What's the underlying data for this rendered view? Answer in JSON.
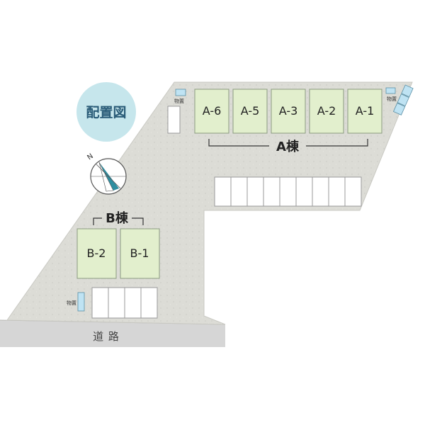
{
  "title": "配置図",
  "road_label": "道 路",
  "block_a": {
    "label": "A棟",
    "units": [
      "A-6",
      "A-5",
      "A-3",
      "A-2",
      "A-1"
    ]
  },
  "block_b": {
    "label": "B棟",
    "units": [
      "B-2",
      "B-1"
    ]
  },
  "storage_label": "物置",
  "compass_label": "N",
  "colors": {
    "site": "#dcdcd6",
    "unit_fill": "#e2efcd",
    "unit_stroke": "#8a9a80",
    "title_circle": "#c6e6ec",
    "storage_fill": "#bfe3f3",
    "road": "#d6d6d6"
  }
}
